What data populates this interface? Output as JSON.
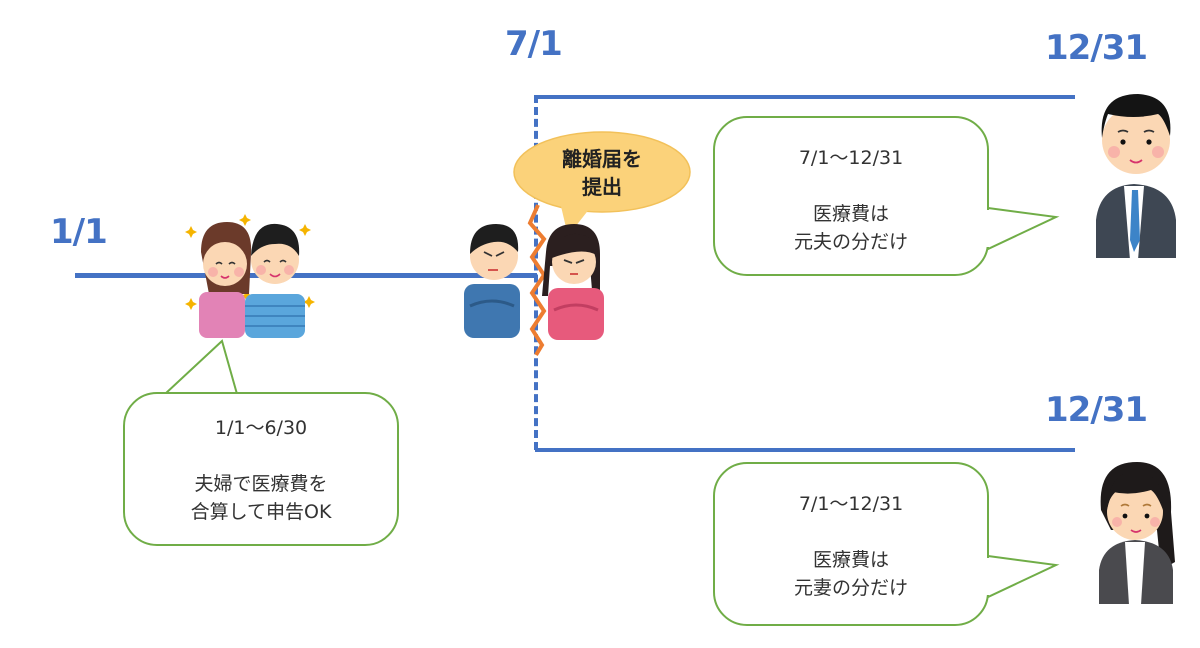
{
  "colors": {
    "timeline": "#4472c4",
    "bubble_border": "#70ad47",
    "notice_bubble": "#fbd27a",
    "crack": "#ed7d31"
  },
  "dates": {
    "start": "1/1",
    "divorce": "7/1",
    "end_husband": "12/31",
    "end_wife": "12/31"
  },
  "divorce_notice": {
    "line1": "離婚届を",
    "line2": "提出"
  },
  "bubbles": {
    "couple": {
      "period": "1/1〜6/30",
      "line1": "夫婦で医療費を",
      "line2": "合算して申告OK"
    },
    "husband": {
      "period": "7/1〜12/31",
      "line1": "医療費は",
      "line2": "元夫の分だけ"
    },
    "wife": {
      "period": "7/1〜12/31",
      "line1": "医療費は",
      "line2": "元妻の分だけ"
    }
  },
  "figures": {
    "couple": "happy-couple-illustration",
    "arguing": "arguing-couple-illustration",
    "husband": "businessman-illustration",
    "wife": "businesswoman-illustration"
  }
}
